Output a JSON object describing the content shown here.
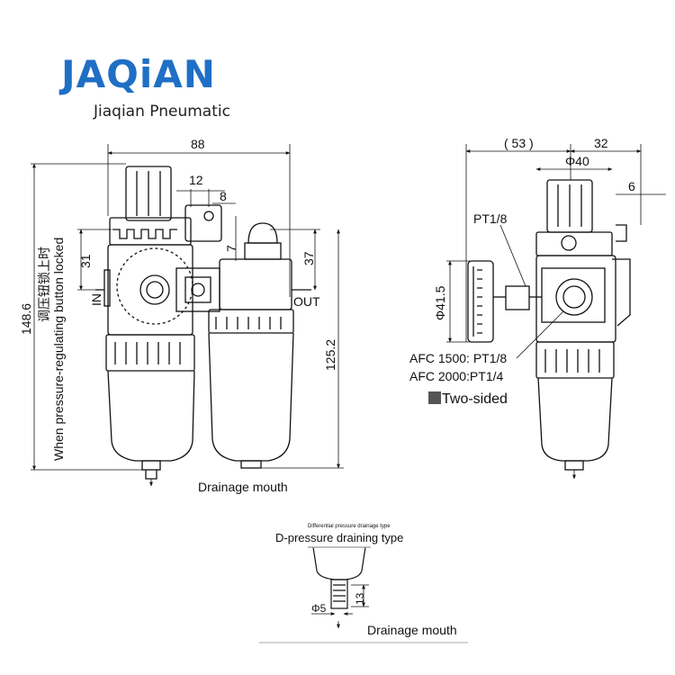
{
  "brand": {
    "name": "JAQiAN",
    "subtitle": "Jiaqian Pneumatic"
  },
  "front": {
    "width": "88",
    "dim12": "12",
    "dim8": "8",
    "dim31": "31",
    "dim7": "7",
    "dim37": "37",
    "height_total": "148.6",
    "height_right": "125.2",
    "in_label": "IN",
    "out_label": "OUT",
    "side_note_cn": "调压钮锁上时",
    "side_note_en": "When pressure-regulating button locked",
    "drain_label": "Drainage mouth"
  },
  "side": {
    "dim53": "( 53 )",
    "dim32": "32",
    "dim40": "Φ40",
    "dim6": "6",
    "dia415": "Φ41.5",
    "pt_label": "PT1/8",
    "afc1500": "AFC 1500: PT1/8",
    "afc2000": "AFC 2000:PT1/4",
    "two_sided": "Two-sided"
  },
  "detail": {
    "tiny_title": "Differential pressure drainage type",
    "title": "D-pressure draining type",
    "dim13": "13",
    "dim5": "Φ5",
    "drain_label": "Drainage mouth"
  }
}
